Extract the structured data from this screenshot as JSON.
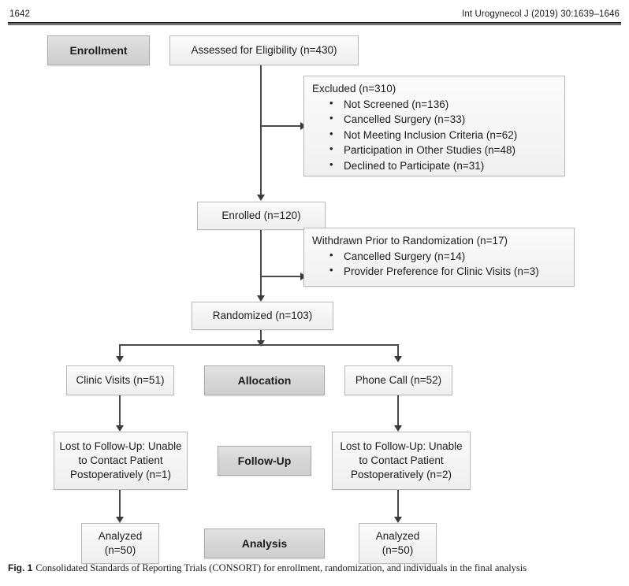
{
  "running_head": {
    "page_number": "1642",
    "journal_citation": "Int Urogynecol J (2019) 30:1639–1646"
  },
  "caption": {
    "figure_number": "Fig. 1",
    "text": "Consolidated Standards of Reporting Trials (CONSORT) for enrollment, randomization, and individuals in the final analysis"
  },
  "flowchart": {
    "stages": {
      "enrollment": "Enrollment",
      "allocation": "Allocation",
      "followup": "Follow-Up",
      "analysis": "Analysis"
    },
    "nodes": {
      "assessed": "Assessed for Eligibility (n=430)",
      "enrolled": "Enrolled (n=120)",
      "randomized": "Randomized (n=103)",
      "clinic_visits": "Clinic Visits (n=51)",
      "phone_call": "Phone Call (n=52)",
      "lost_left_line1": "Lost to Follow-Up: Unable",
      "lost_left_line2": "to Contact Patient",
      "lost_left_line3": "Postoperatively (n=1)",
      "lost_right_line1": "Lost to Follow-Up: Unable",
      "lost_right_line2": "to Contact Patient",
      "lost_right_line3": "Postoperatively (n=2)",
      "analyzed_left_line1": "Analyzed",
      "analyzed_left_line2": "(n=50)",
      "analyzed_right_line1": "Analyzed",
      "analyzed_right_line2": "(n=50)"
    },
    "excluded": {
      "title": "Excluded (n=310)",
      "items": [
        "Not Screened (n=136)",
        "Cancelled Surgery (n=33)",
        "Not Meeting Inclusion Criteria (n=62)",
        "Participation in Other Studies (n=48)",
        "Declined to Participate (n=31)"
      ]
    },
    "withdrawn": {
      "title": "Withdrawn Prior to Randomization (n=17)",
      "items": [
        "Cancelled Surgery (n=14)",
        "Provider Preference for Clinic Visits (n=3)"
      ]
    },
    "chart_data": {
      "type": "diagram",
      "title": "CONSORT flow diagram",
      "nodes": [
        {
          "id": "assessed",
          "label": "Assessed for Eligibility",
          "n": 430
        },
        {
          "id": "excluded",
          "label": "Excluded",
          "n": 310
        },
        {
          "id": "excl_not_screened",
          "label": "Not Screened",
          "n": 136
        },
        {
          "id": "excl_cancelled_surgery",
          "label": "Cancelled Surgery",
          "n": 33
        },
        {
          "id": "excl_not_meeting",
          "label": "Not Meeting Inclusion Criteria",
          "n": 62
        },
        {
          "id": "excl_other_studies",
          "label": "Participation in Other Studies",
          "n": 48
        },
        {
          "id": "excl_declined",
          "label": "Declined to Participate",
          "n": 31
        },
        {
          "id": "enrolled",
          "label": "Enrolled",
          "n": 120
        },
        {
          "id": "withdrawn",
          "label": "Withdrawn Prior to Randomization",
          "n": 17
        },
        {
          "id": "wd_cancelled_surgery",
          "label": "Cancelled Surgery",
          "n": 14
        },
        {
          "id": "wd_provider_pref",
          "label": "Provider Preference for Clinic Visits",
          "n": 3
        },
        {
          "id": "randomized",
          "label": "Randomized",
          "n": 103
        },
        {
          "id": "clinic_visits",
          "label": "Clinic Visits",
          "n": 51
        },
        {
          "id": "phone_call",
          "label": "Phone Call",
          "n": 52
        },
        {
          "id": "lost_clinic",
          "label": "Lost to Follow-Up: Unable to Contact Patient Postoperatively",
          "n": 1
        },
        {
          "id": "lost_phone",
          "label": "Lost to Follow-Up: Unable to Contact Patient Postoperatively",
          "n": 2
        },
        {
          "id": "analyzed_clinic",
          "label": "Analyzed",
          "n": 50
        },
        {
          "id": "analyzed_phone",
          "label": "Analyzed",
          "n": 50
        }
      ],
      "edges": [
        {
          "from": "assessed",
          "to": "excluded"
        },
        {
          "from": "assessed",
          "to": "enrolled"
        },
        {
          "from": "enrolled",
          "to": "withdrawn"
        },
        {
          "from": "enrolled",
          "to": "randomized"
        },
        {
          "from": "randomized",
          "to": "clinic_visits"
        },
        {
          "from": "randomized",
          "to": "phone_call"
        },
        {
          "from": "clinic_visits",
          "to": "lost_clinic"
        },
        {
          "from": "phone_call",
          "to": "lost_phone"
        },
        {
          "from": "lost_clinic",
          "to": "analyzed_clinic"
        },
        {
          "from": "lost_phone",
          "to": "analyzed_phone"
        }
      ]
    }
  },
  "colors": {
    "stage_fill": "#d6d6d6",
    "node_fill": "#f4f4f4",
    "border": "#b9b9b9",
    "connector": "#4a4a4a",
    "text": "#1d1d1d"
  }
}
